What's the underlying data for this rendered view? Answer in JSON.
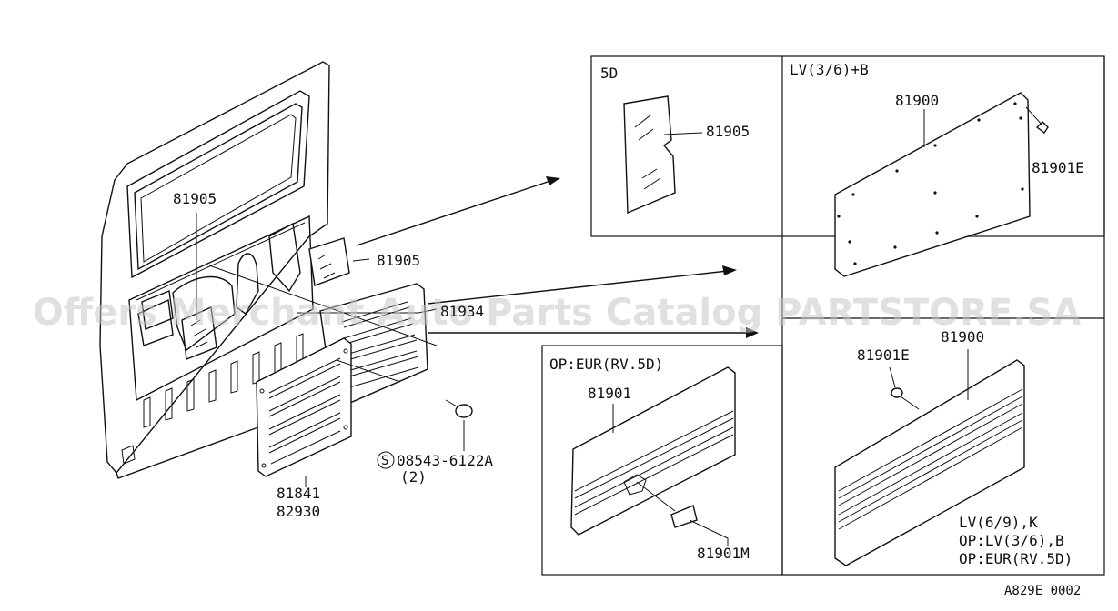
{
  "labels": {
    "main_81905": "81905",
    "main_81905_right": "81905",
    "main_81934": "81934",
    "main_81841": "81841",
    "main_82930": "82930",
    "screw_code": "08543-6122A",
    "screw_s": "S",
    "screw_qty": "(2)",
    "box5d_title": "5D",
    "box5d_part": "81905",
    "boxlv_title": "LV(3/6)+B",
    "boxlv_part1": "81900",
    "boxlv_part2": "81901E",
    "boxeur_title": "OP:EUR(RV.5D)",
    "boxeur_part1": "81901",
    "boxeur_part2": "81901M",
    "boxbr_part1": "81901E",
    "boxbr_part2": "81900",
    "boxbr_note1": "LV(6/9),K",
    "boxbr_note2": "OP:LV(3/6),B",
    "boxbr_note3": "OP:EUR(RV.5D)",
    "diagram_code": "A829E 0002"
  },
  "watermark": "Offers Merchant Auto Parts Catalog PARTSTORE.SA",
  "colors": {
    "line": "#111111",
    "watermark": "#c7c7c7",
    "background": "#ffffff"
  }
}
